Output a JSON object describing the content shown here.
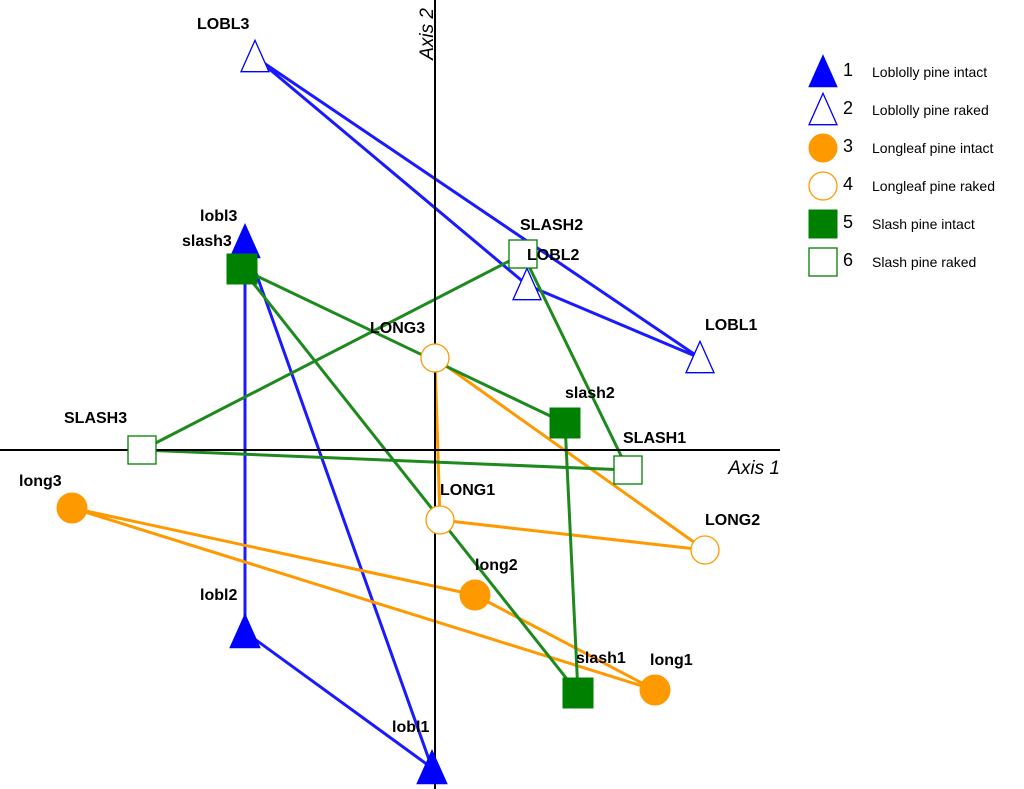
{
  "chart_data": {
    "type": "scatter",
    "title": "",
    "xlabel": "Axis 1",
    "ylabel": "Axis 2",
    "xlim": [
      -435,
      345
    ],
    "ylim": [
      -340,
      450
    ],
    "grid": false,
    "legend_position": "top-right",
    "series": [
      {
        "key": "1",
        "name": "Loblolly pine intact",
        "color": "#0000ff",
        "line_color": "#1a1aff",
        "marker": "triangle",
        "filled": true,
        "points": [
          {
            "label": "lobl1",
            "x": -3,
            "y": -318
          },
          {
            "label": "lobl2",
            "x": -190,
            "y": -182
          },
          {
            "label": "lobl3",
            "x": -190,
            "y": 208
          }
        ],
        "path": [
          "lobl3",
          "lobl2",
          "lobl1",
          "lobl3"
        ]
      },
      {
        "key": "2",
        "name": "Loblolly pine raked",
        "color": "#0000ff",
        "line_color": "#1a1aff",
        "marker": "triangle",
        "filled": false,
        "points": [
          {
            "label": "LOBL1",
            "x": 265,
            "y": 92
          },
          {
            "label": "LOBL2",
            "x": 92,
            "y": 165
          },
          {
            "label": "LOBL3",
            "x": -180,
            "y": 393
          }
        ],
        "path": [
          "LOBL3",
          "LOBL1",
          "LOBL2",
          "LOBL3"
        ]
      },
      {
        "key": "3",
        "name": "Longleaf pine intact",
        "color": "#ff9900",
        "line_color": "#ff9900",
        "marker": "circle",
        "filled": true,
        "points": [
          {
            "label": "long1",
            "x": 220,
            "y": -240
          },
          {
            "label": "long2",
            "x": 40,
            "y": -145
          },
          {
            "label": "long3",
            "x": -363,
            "y": -58
          }
        ],
        "path": [
          "long3",
          "long2",
          "long1",
          "long3"
        ]
      },
      {
        "key": "4",
        "name": "Longleaf pine raked",
        "color": "#ff9900",
        "line_color": "#ff9900",
        "marker": "circle",
        "filled": false,
        "points": [
          {
            "label": "LONG1",
            "x": 5,
            "y": -70
          },
          {
            "label": "LONG2",
            "x": 270,
            "y": -100
          },
          {
            "label": "LONG3",
            "x": 0,
            "y": 92
          }
        ],
        "path": [
          "LONG3",
          "LONG2",
          "LONG1",
          "LONG3"
        ]
      },
      {
        "key": "5",
        "name": "Slash pine intact",
        "color": "#008000",
        "line_color": "#1e8a1e",
        "marker": "square",
        "filled": true,
        "points": [
          {
            "label": "slash1",
            "x": 143,
            "y": -243
          },
          {
            "label": "slash2",
            "x": 130,
            "y": 27
          },
          {
            "label": "slash3",
            "x": -193,
            "y": 181
          }
        ],
        "path": [
          "slash3",
          "slash1",
          "slash2",
          "slash3"
        ]
      },
      {
        "key": "6",
        "name": "Slash pine raked",
        "color": "#008000",
        "line_color": "#1e8a1e",
        "marker": "square",
        "filled": false,
        "points": [
          {
            "label": "SLASH1",
            "x": 193,
            "y": -20
          },
          {
            "label": "SLASH2",
            "x": 88,
            "y": 196
          },
          {
            "label": "SLASH3",
            "x": -293,
            "y": 0
          }
        ],
        "path": [
          "SLASH3",
          "SLASH2",
          "SLASH1",
          "SLASH3"
        ]
      }
    ]
  }
}
